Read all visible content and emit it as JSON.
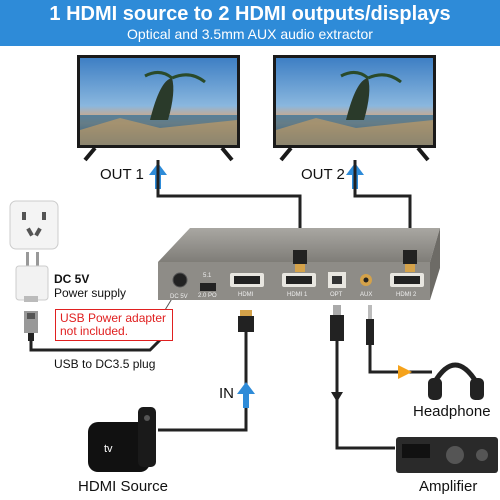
{
  "banner": {
    "title": "1 HDMI source to 2 HDMI outputs/displays",
    "subtitle": "Optical and 3.5mm AUX audio extractor"
  },
  "outputs": {
    "out1": "OUT 1",
    "out2": "OUT 2"
  },
  "power": {
    "dc_title": "DC 5V",
    "dc_sub": "Power supply",
    "warning": "USB Power adapter not included.",
    "cable_label": "USB to DC3.5 plug"
  },
  "device": {
    "port_dc": "DC 5V",
    "port_hdmi_in": "HDMI",
    "switch_top": "5.1",
    "switch_bottom": "2.0  PO",
    "port_hdmi1": "HDMI 1",
    "port_opt": "OPT",
    "port_aux": "AUX",
    "port_hdmi2": "HDMI 2"
  },
  "input": {
    "in_label": "IN",
    "source_label": "HDMI Source"
  },
  "audio": {
    "headphone_label": "Headphone",
    "amplifier_label": "Amplifier"
  },
  "colors": {
    "banner": "#2e8bd8",
    "arrow_blue": "#2e8bd8",
    "aux_yellow": "#f5a21b",
    "device_gray": "#8e8c87",
    "warning_red": "#e02020"
  }
}
